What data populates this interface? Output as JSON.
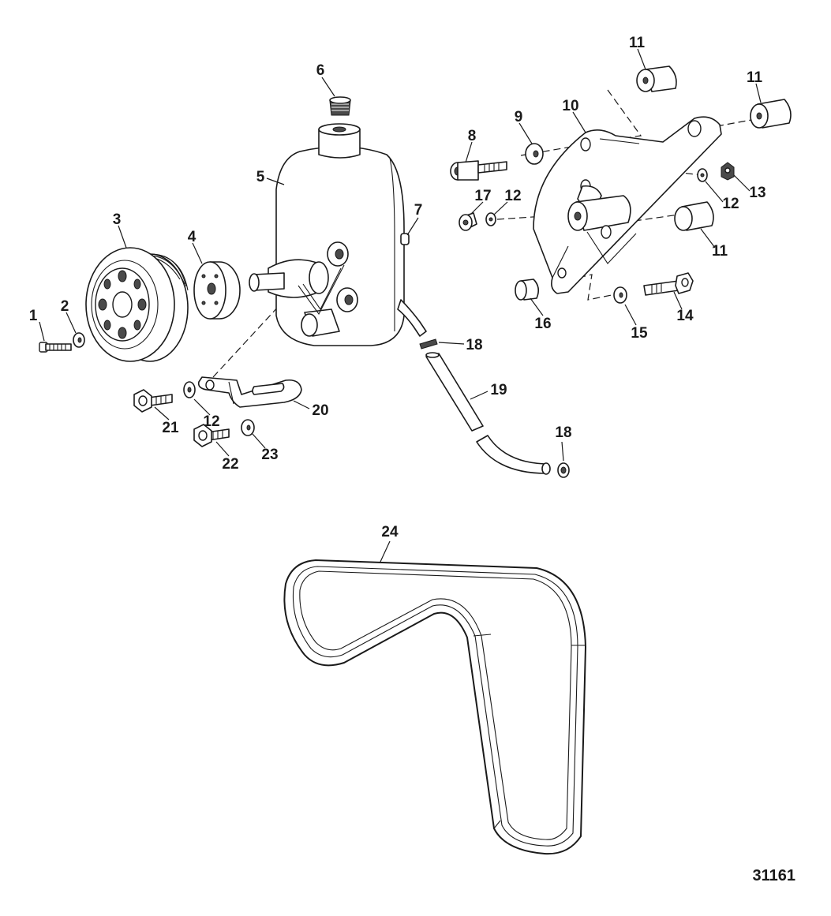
{
  "figure_number": "31161",
  "callouts": {
    "c1": "1",
    "c2": "2",
    "c3": "3",
    "c4": "4",
    "c5": "5",
    "c6": "6",
    "c7": "7",
    "c8": "8",
    "c9": "9",
    "c10": "10",
    "c11a": "11",
    "c11b": "11",
    "c11c": "11",
    "c12a": "12",
    "c12b": "12",
    "c12c": "12",
    "c13": "13",
    "c14": "14",
    "c15": "15",
    "c16": "16",
    "c17": "17",
    "c18a": "18",
    "c18b": "18",
    "c19": "19",
    "c20": "20",
    "c21": "21",
    "c22": "22",
    "c23": "23",
    "c24": "24"
  }
}
